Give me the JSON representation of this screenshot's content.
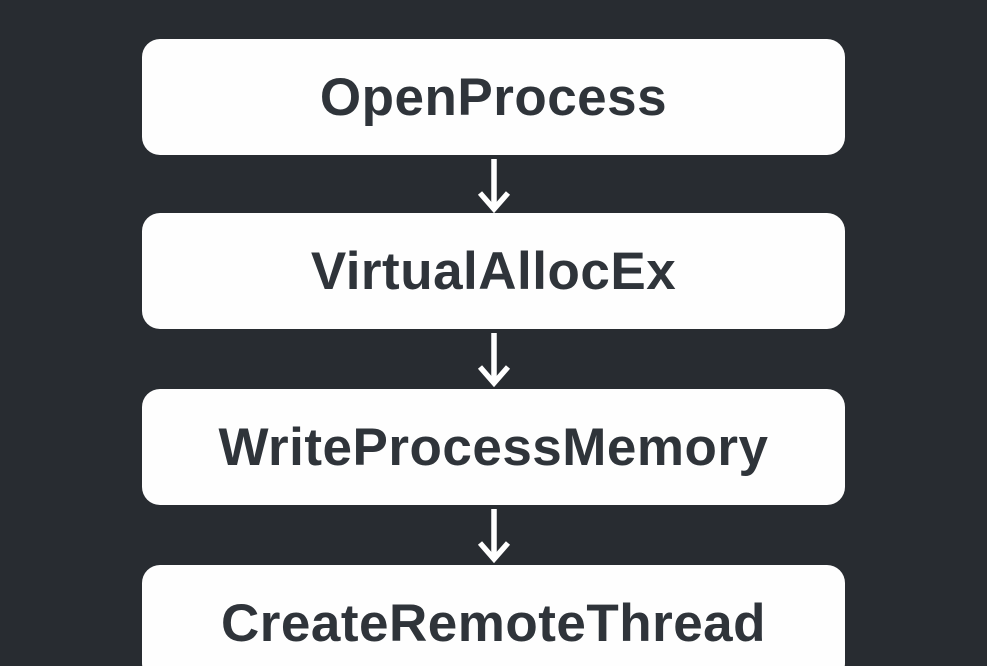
{
  "diagram": {
    "type": "flowchart",
    "direction": "top-down",
    "title": "",
    "nodes": [
      {
        "id": "openprocess",
        "label": "OpenProcess"
      },
      {
        "id": "virtualallocex",
        "label": "VirtualAllocEx"
      },
      {
        "id": "writeprocessmemory",
        "label": "WriteProcessMemory"
      },
      {
        "id": "createremotethread",
        "label": "CreateRemoteThread"
      }
    ],
    "connections": [
      {
        "from": "OpenProcess",
        "to": "VirtualAllocEx"
      },
      {
        "from": "VirtualAllocEx",
        "to": "WriteProcessMemory"
      },
      {
        "from": "WriteProcessMemory",
        "to": "CreateRemoteThread"
      }
    ],
    "colors": {
      "background": "#282c31",
      "node_background": "#fefefe",
      "node_text": "#2f343a",
      "arrow": "#ffffff"
    }
  }
}
